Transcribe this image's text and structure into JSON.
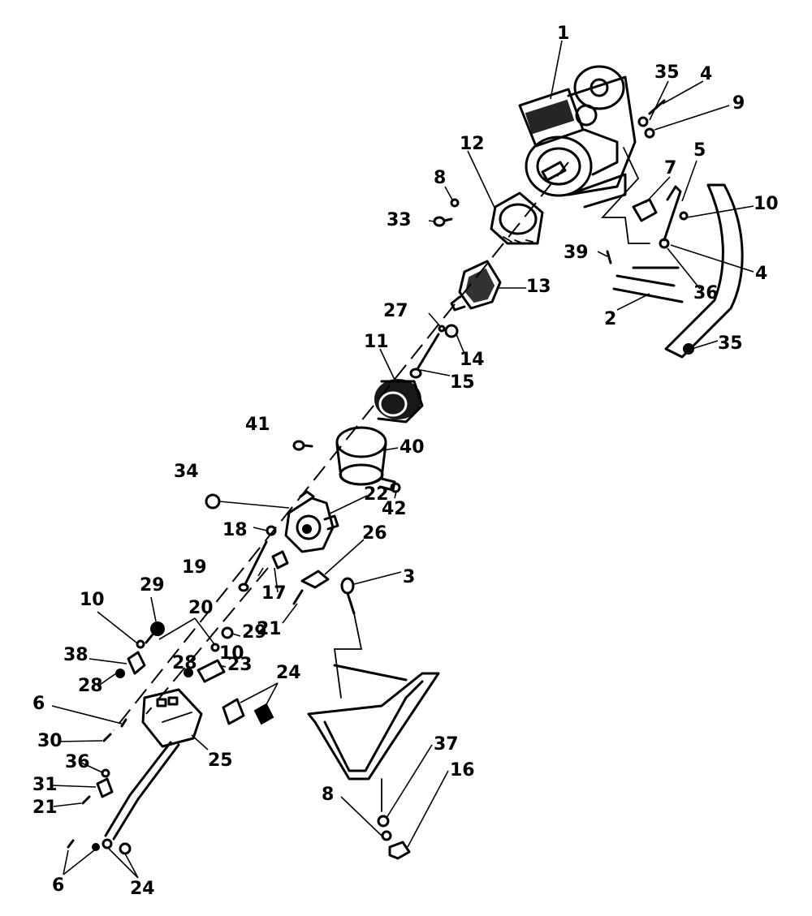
{
  "callouts": {
    "c1": "1",
    "c2": "2",
    "c3": "3",
    "c4a": "4",
    "c4b": "4",
    "c5": "5",
    "c6a": "6",
    "c6b": "6",
    "c7": "7",
    "c8a": "8",
    "c8b": "8",
    "c9": "9",
    "c10a": "10",
    "c10b": "10",
    "c10c": "10",
    "c11": "11",
    "c12": "12",
    "c13": "13",
    "c14": "14",
    "c15": "15",
    "c16": "16",
    "c17": "17",
    "c18": "18",
    "c19": "19",
    "c20": "20",
    "c21a": "21",
    "c21b": "21",
    "c22": "22",
    "c23": "23",
    "c24a": "24",
    "c24b": "24",
    "c25": "25",
    "c26": "26",
    "c27": "27",
    "c28a": "28",
    "c28b": "28",
    "c29a": "29",
    "c29b": "29",
    "c30": "30",
    "c31": "31",
    "c33": "33",
    "c34": "34",
    "c35a": "35",
    "c35b": "35",
    "c36a": "36",
    "c36b": "36",
    "c37": "37",
    "c38": "38",
    "c39": "39",
    "c40": "40",
    "c41": "41",
    "c42": "42"
  }
}
